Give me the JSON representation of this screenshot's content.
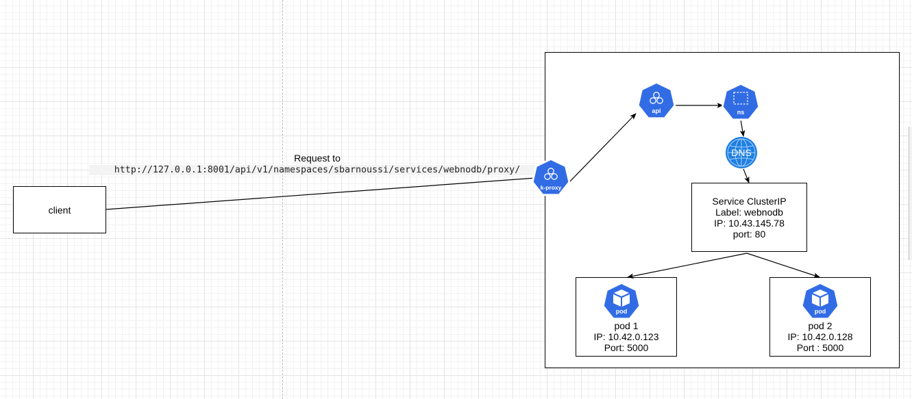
{
  "diagram": {
    "client_label": "client",
    "request_label": "Request to",
    "request_url": "http://127.0.0.1:8001/api/v1/namespaces/sbarnoussi/services/webnodb/proxy/",
    "icons": {
      "kproxy": "k-proxy",
      "api": "api",
      "ns": "ns",
      "dns": "DNS",
      "pod1": "pod",
      "pod2": "pod"
    },
    "service": {
      "line1": "Service ClusterIP",
      "line2": "Label: webnodb",
      "line3": "IP: 10.43.145.78",
      "line4": "port: 80"
    },
    "pod1": {
      "line1": "pod 1",
      "line2": "IP: 10.42.0.123",
      "line3": "Port: 5000"
    },
    "pod2": {
      "line1": "pod 2",
      "line2": "IP: 10.42.0.128",
      "line3": "Port : 5000"
    },
    "colors": {
      "k8s_blue": "#326ce5",
      "dns_blue": "#1f7fe0"
    }
  }
}
